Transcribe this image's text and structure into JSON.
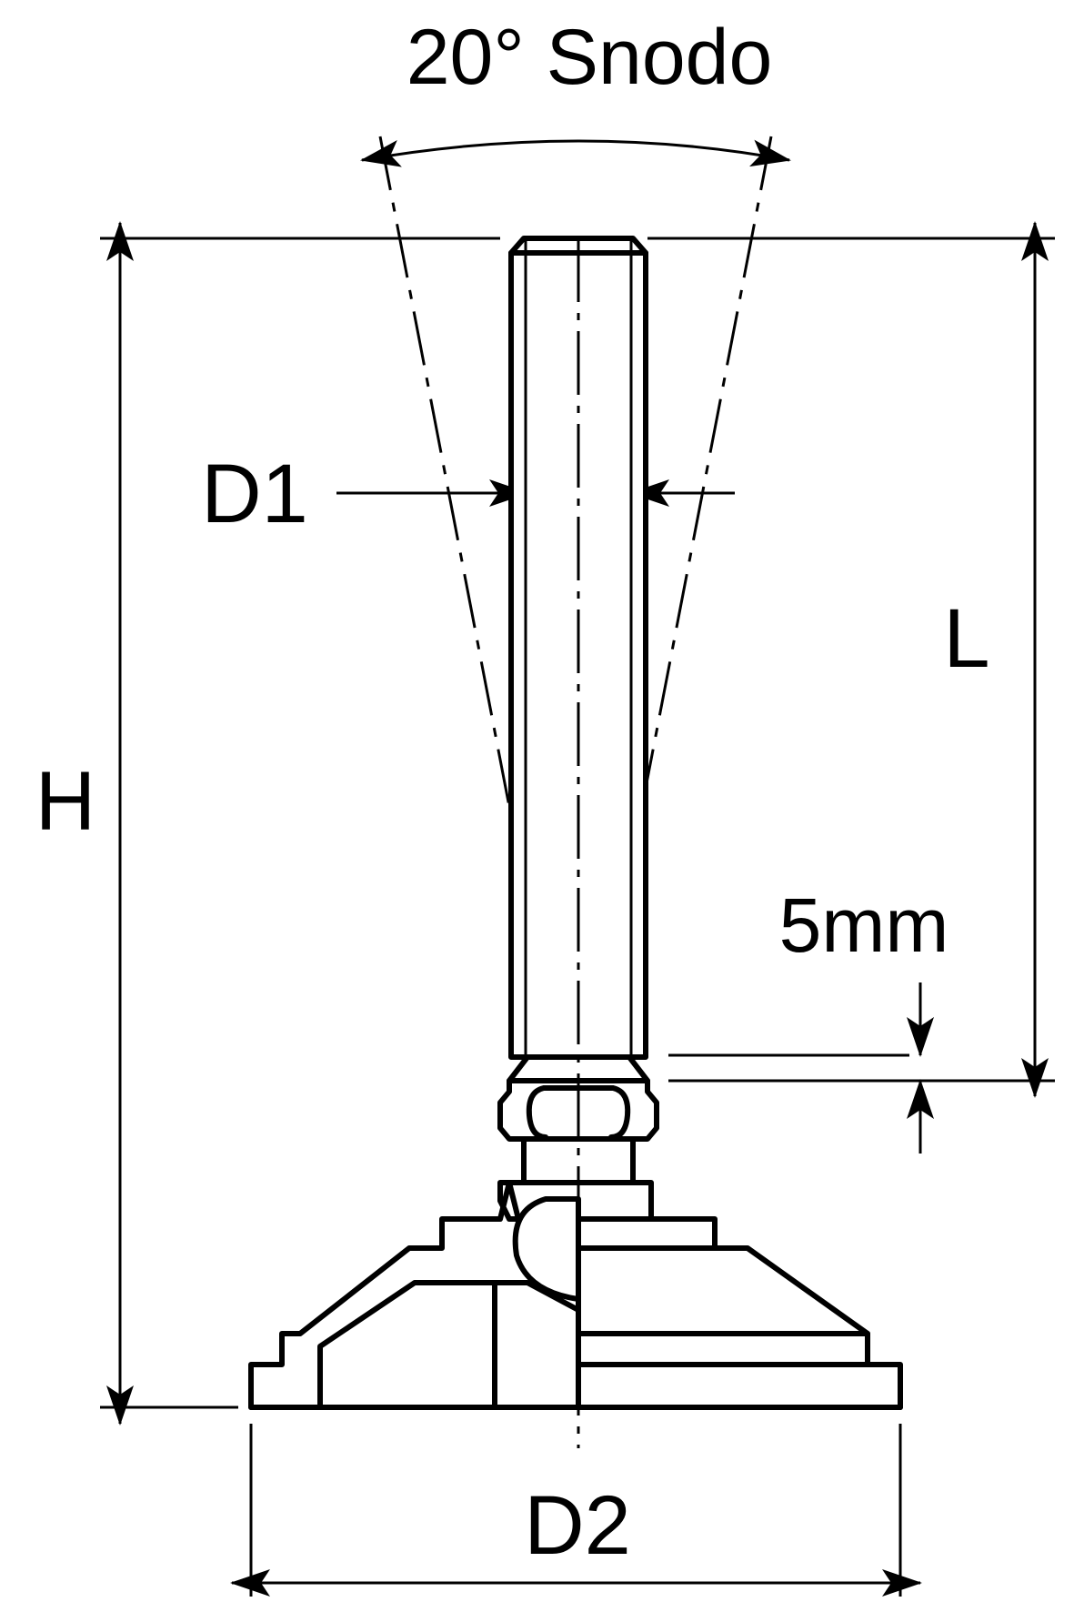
{
  "drawing": {
    "title": "20° Snodo",
    "labels": {
      "h": "H",
      "l": "L",
      "d1": "D1",
      "d2": "D2",
      "offset": "5mm"
    }
  }
}
